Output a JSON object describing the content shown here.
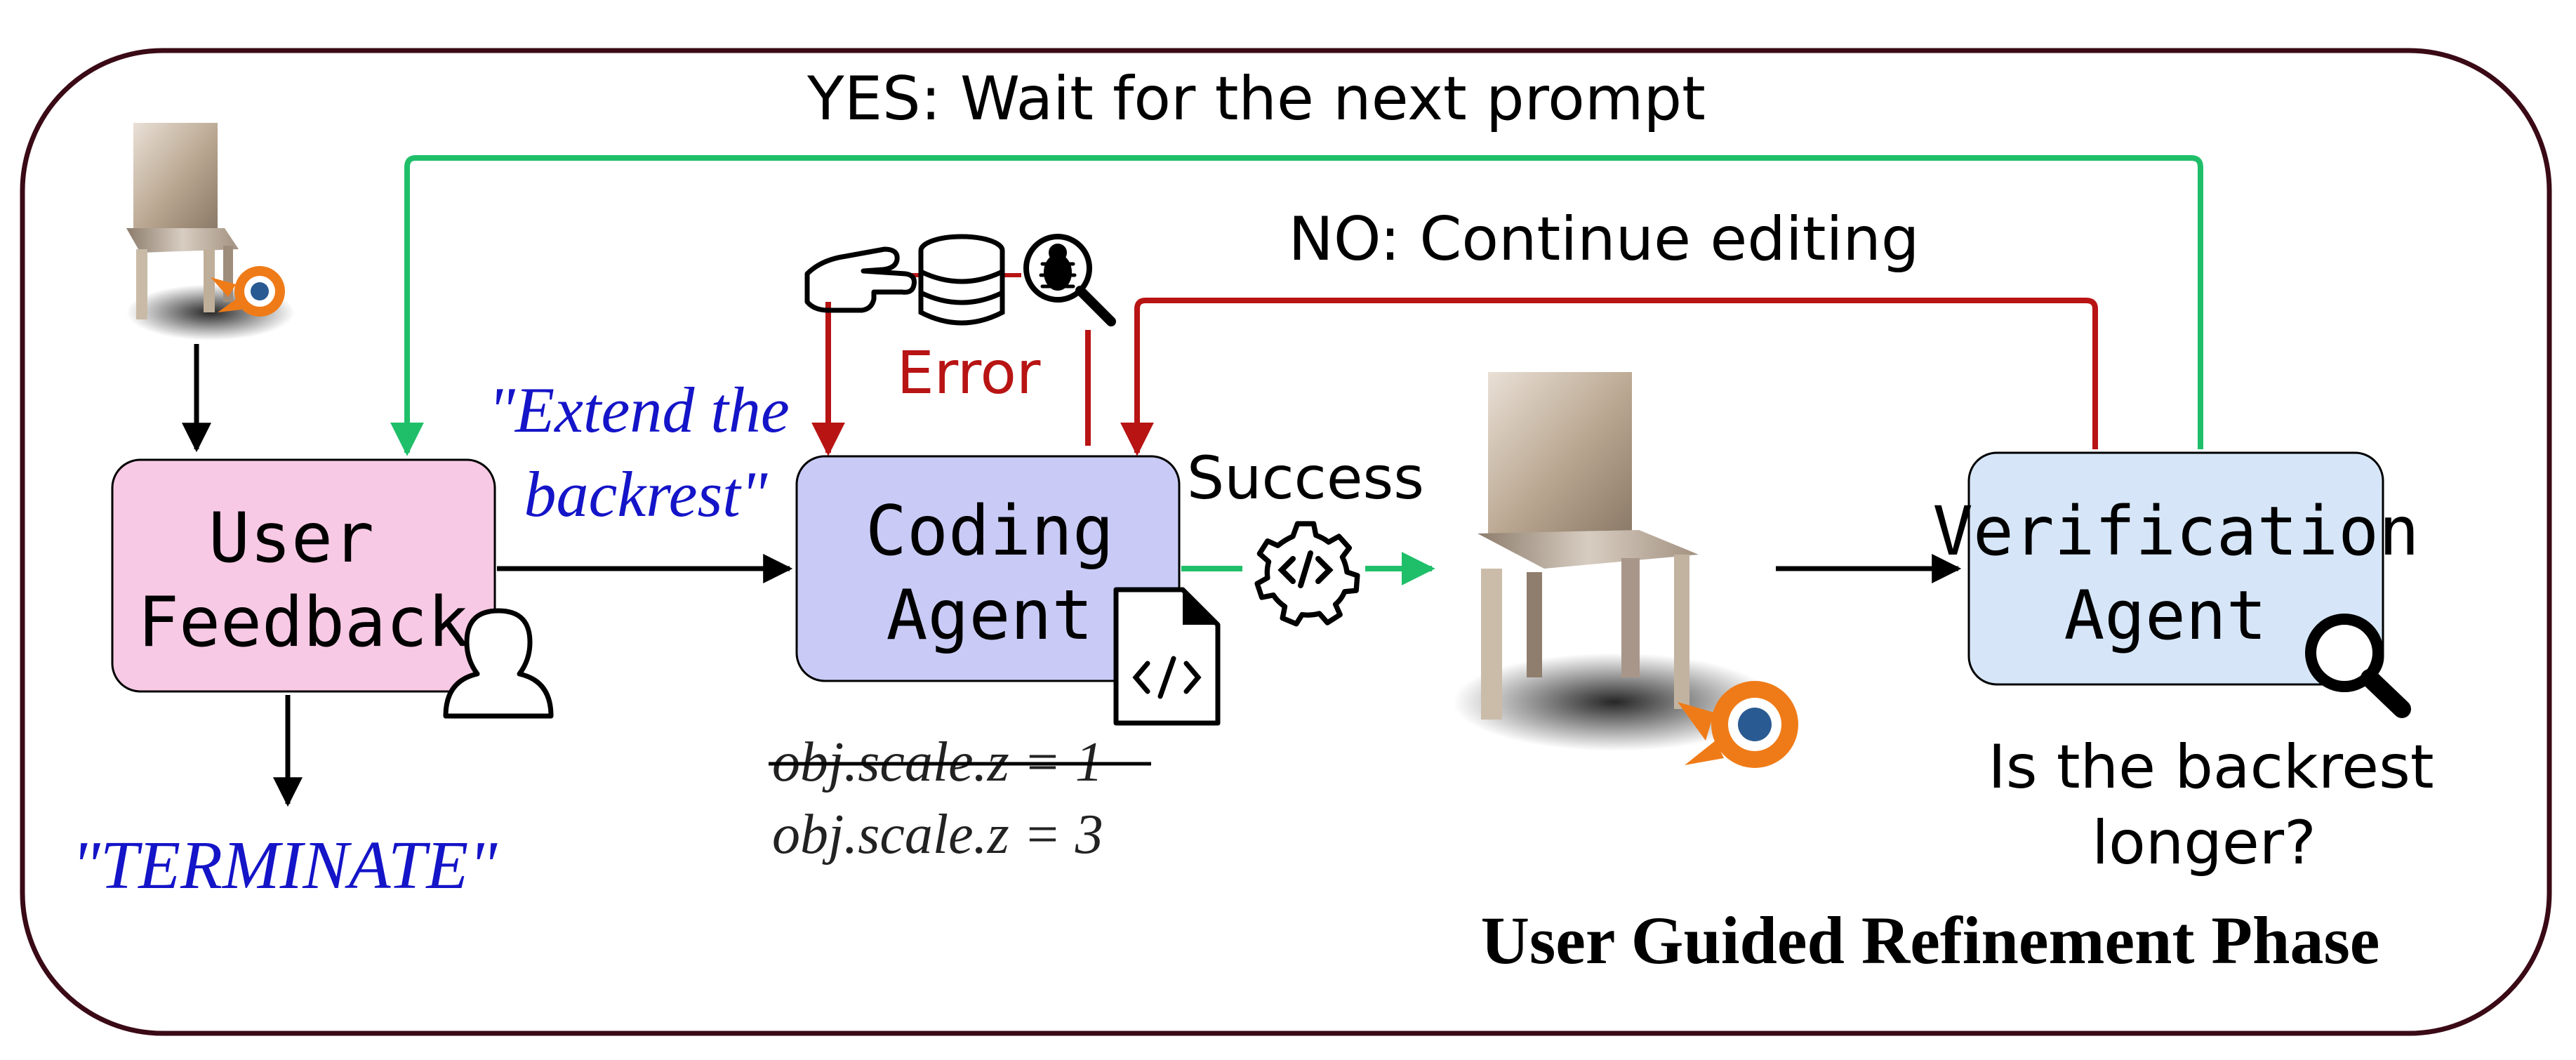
{
  "phase_title": "User Guided Refinement Phase",
  "yes_label": "YES: Wait for the next prompt",
  "no_label": "NO: Continue editing",
  "error_label": "Error",
  "success_label": "Success",
  "user_feedback": {
    "line1": "User",
    "line2": "Feedback"
  },
  "coding_agent": {
    "line1": "Coding",
    "line2": "Agent"
  },
  "verification_agent": {
    "line1": "Verification",
    "line2": "Agent"
  },
  "quote_extend": {
    "line1": "\"Extend the",
    "line2": "backrest\""
  },
  "terminate": "\"TERMINATE\"",
  "code_old": "obj.scale.z = 1",
  "code_new": "obj.scale.z = 3",
  "question": {
    "line1": "Is the backrest",
    "line2": "longer?"
  },
  "colors": {
    "green": "#1fbf6a",
    "red": "#b81414",
    "blue_text": "#1414c8",
    "user_box": "#f8c9e4",
    "coding_box": "#c9cbf6",
    "verify_box": "#d6e6f8",
    "blender_orange": "#ef7b18",
    "blender_blue": "#2a5a92"
  }
}
